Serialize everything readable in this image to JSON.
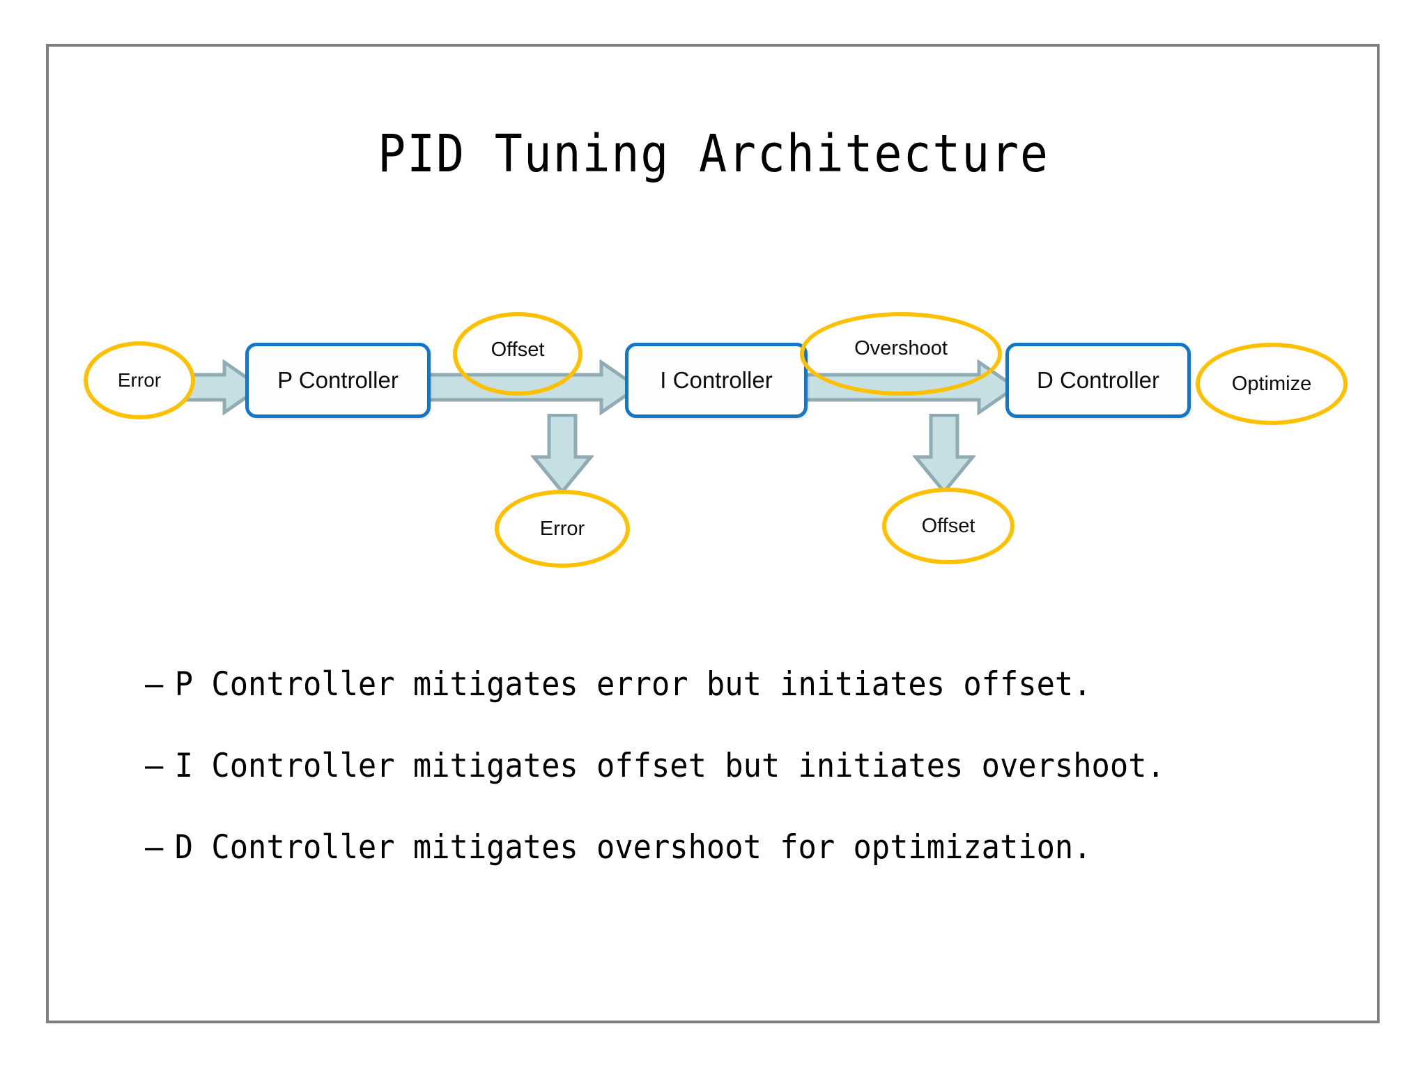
{
  "slide": {
    "title": "PID Tuning Architecture",
    "frame_color": "#7f7f7f",
    "background": "#ffffff"
  },
  "palette": {
    "box_border": "#1277c8",
    "ellipse_border": "#ffc000",
    "arrow_fill": "#c5dfe3",
    "arrow_border": "#8fabb4",
    "text": "#0d0d0d",
    "frame": "#7f7f7f"
  },
  "diagram": {
    "type": "flow",
    "nodes": [
      {
        "id": "error-in",
        "kind": "ellipse",
        "label": "Error"
      },
      {
        "id": "p-ctrl",
        "kind": "box",
        "label": "P Controller"
      },
      {
        "id": "offset-mid",
        "kind": "ellipse",
        "label": "Offset"
      },
      {
        "id": "i-ctrl",
        "kind": "box",
        "label": "I Controller"
      },
      {
        "id": "overshoot",
        "kind": "ellipse",
        "label": "Overshoot"
      },
      {
        "id": "d-ctrl",
        "kind": "box",
        "label": "D Controller"
      },
      {
        "id": "optimize",
        "kind": "ellipse",
        "label": "Optimize"
      },
      {
        "id": "error-out",
        "kind": "ellipse",
        "label": "Error"
      },
      {
        "id": "offset-out",
        "kind": "ellipse",
        "label": "Offset"
      }
    ],
    "edges": [
      {
        "from": "error-in",
        "to": "p-ctrl",
        "direction": "right"
      },
      {
        "from": "p-ctrl",
        "to": "i-ctrl",
        "direction": "right",
        "annotation": "Offset"
      },
      {
        "from": "i-ctrl",
        "to": "d-ctrl",
        "direction": "right",
        "annotation": "Overshoot"
      },
      {
        "from": "p-ctrl",
        "to": "error-out",
        "direction": "down"
      },
      {
        "from": "i-ctrl",
        "to": "offset-out",
        "direction": "down"
      }
    ]
  },
  "bullets": {
    "marker": "–",
    "items": [
      "P Controller mitigates error but initiates offset.",
      "I Controller mitigates offset but initiates overshoot.",
      "D Controller mitigates overshoot for optimization."
    ]
  }
}
